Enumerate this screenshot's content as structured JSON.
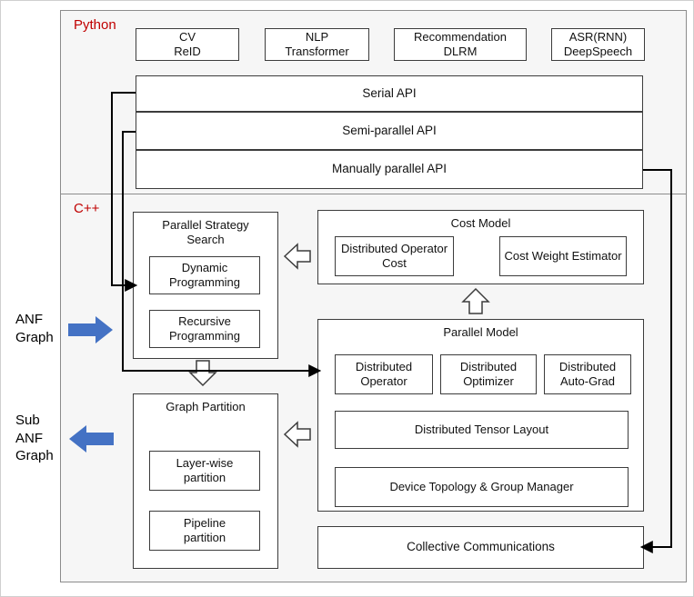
{
  "diagram": {
    "python": {
      "label": "Python",
      "apps": [
        {
          "line1": "CV",
          "line2": "ReID"
        },
        {
          "line1": "NLP",
          "line2": "Transformer"
        },
        {
          "line1": "Recommendation",
          "line2": "DLRM"
        },
        {
          "line1": "ASR(RNN)",
          "line2": "DeepSpeech"
        }
      ],
      "apis": [
        {
          "label": "Serial API"
        },
        {
          "label": "Semi-parallel API"
        },
        {
          "label": "Manually parallel API"
        }
      ]
    },
    "cpp": {
      "label": "C++",
      "parallel_strategy_search": {
        "title": "Parallel Strategy Search",
        "items": [
          {
            "label": "Dynamic Programming"
          },
          {
            "label": "Recursive Programming"
          }
        ]
      },
      "cost_model": {
        "title": "Cost Model",
        "items": [
          {
            "label": "Distributed Operator Cost"
          },
          {
            "label": "Cost Weight Estimator"
          }
        ]
      },
      "parallel_model": {
        "title": "Parallel Model",
        "top_items": [
          {
            "label": "Distributed Operator"
          },
          {
            "label": "Distributed Optimizer"
          },
          {
            "label": "Distributed Auto-Grad"
          }
        ],
        "wide_items": [
          {
            "label": "Distributed Tensor Layout"
          },
          {
            "label": "Device Topology & Group Manager"
          }
        ]
      },
      "graph_partition": {
        "title": "Graph Partition",
        "items": [
          {
            "label": "Layer-wise partition"
          },
          {
            "label": "Pipeline partition"
          }
        ]
      },
      "collective_communications": {
        "label": "Collective Communications"
      }
    },
    "io": {
      "input_label": "ANF Graph",
      "output_label": "Sub ANF Graph"
    },
    "colors": {
      "section_label_red": "#c00000",
      "io_arrow_blue": "#4472c4",
      "line_black": "#000000"
    }
  }
}
